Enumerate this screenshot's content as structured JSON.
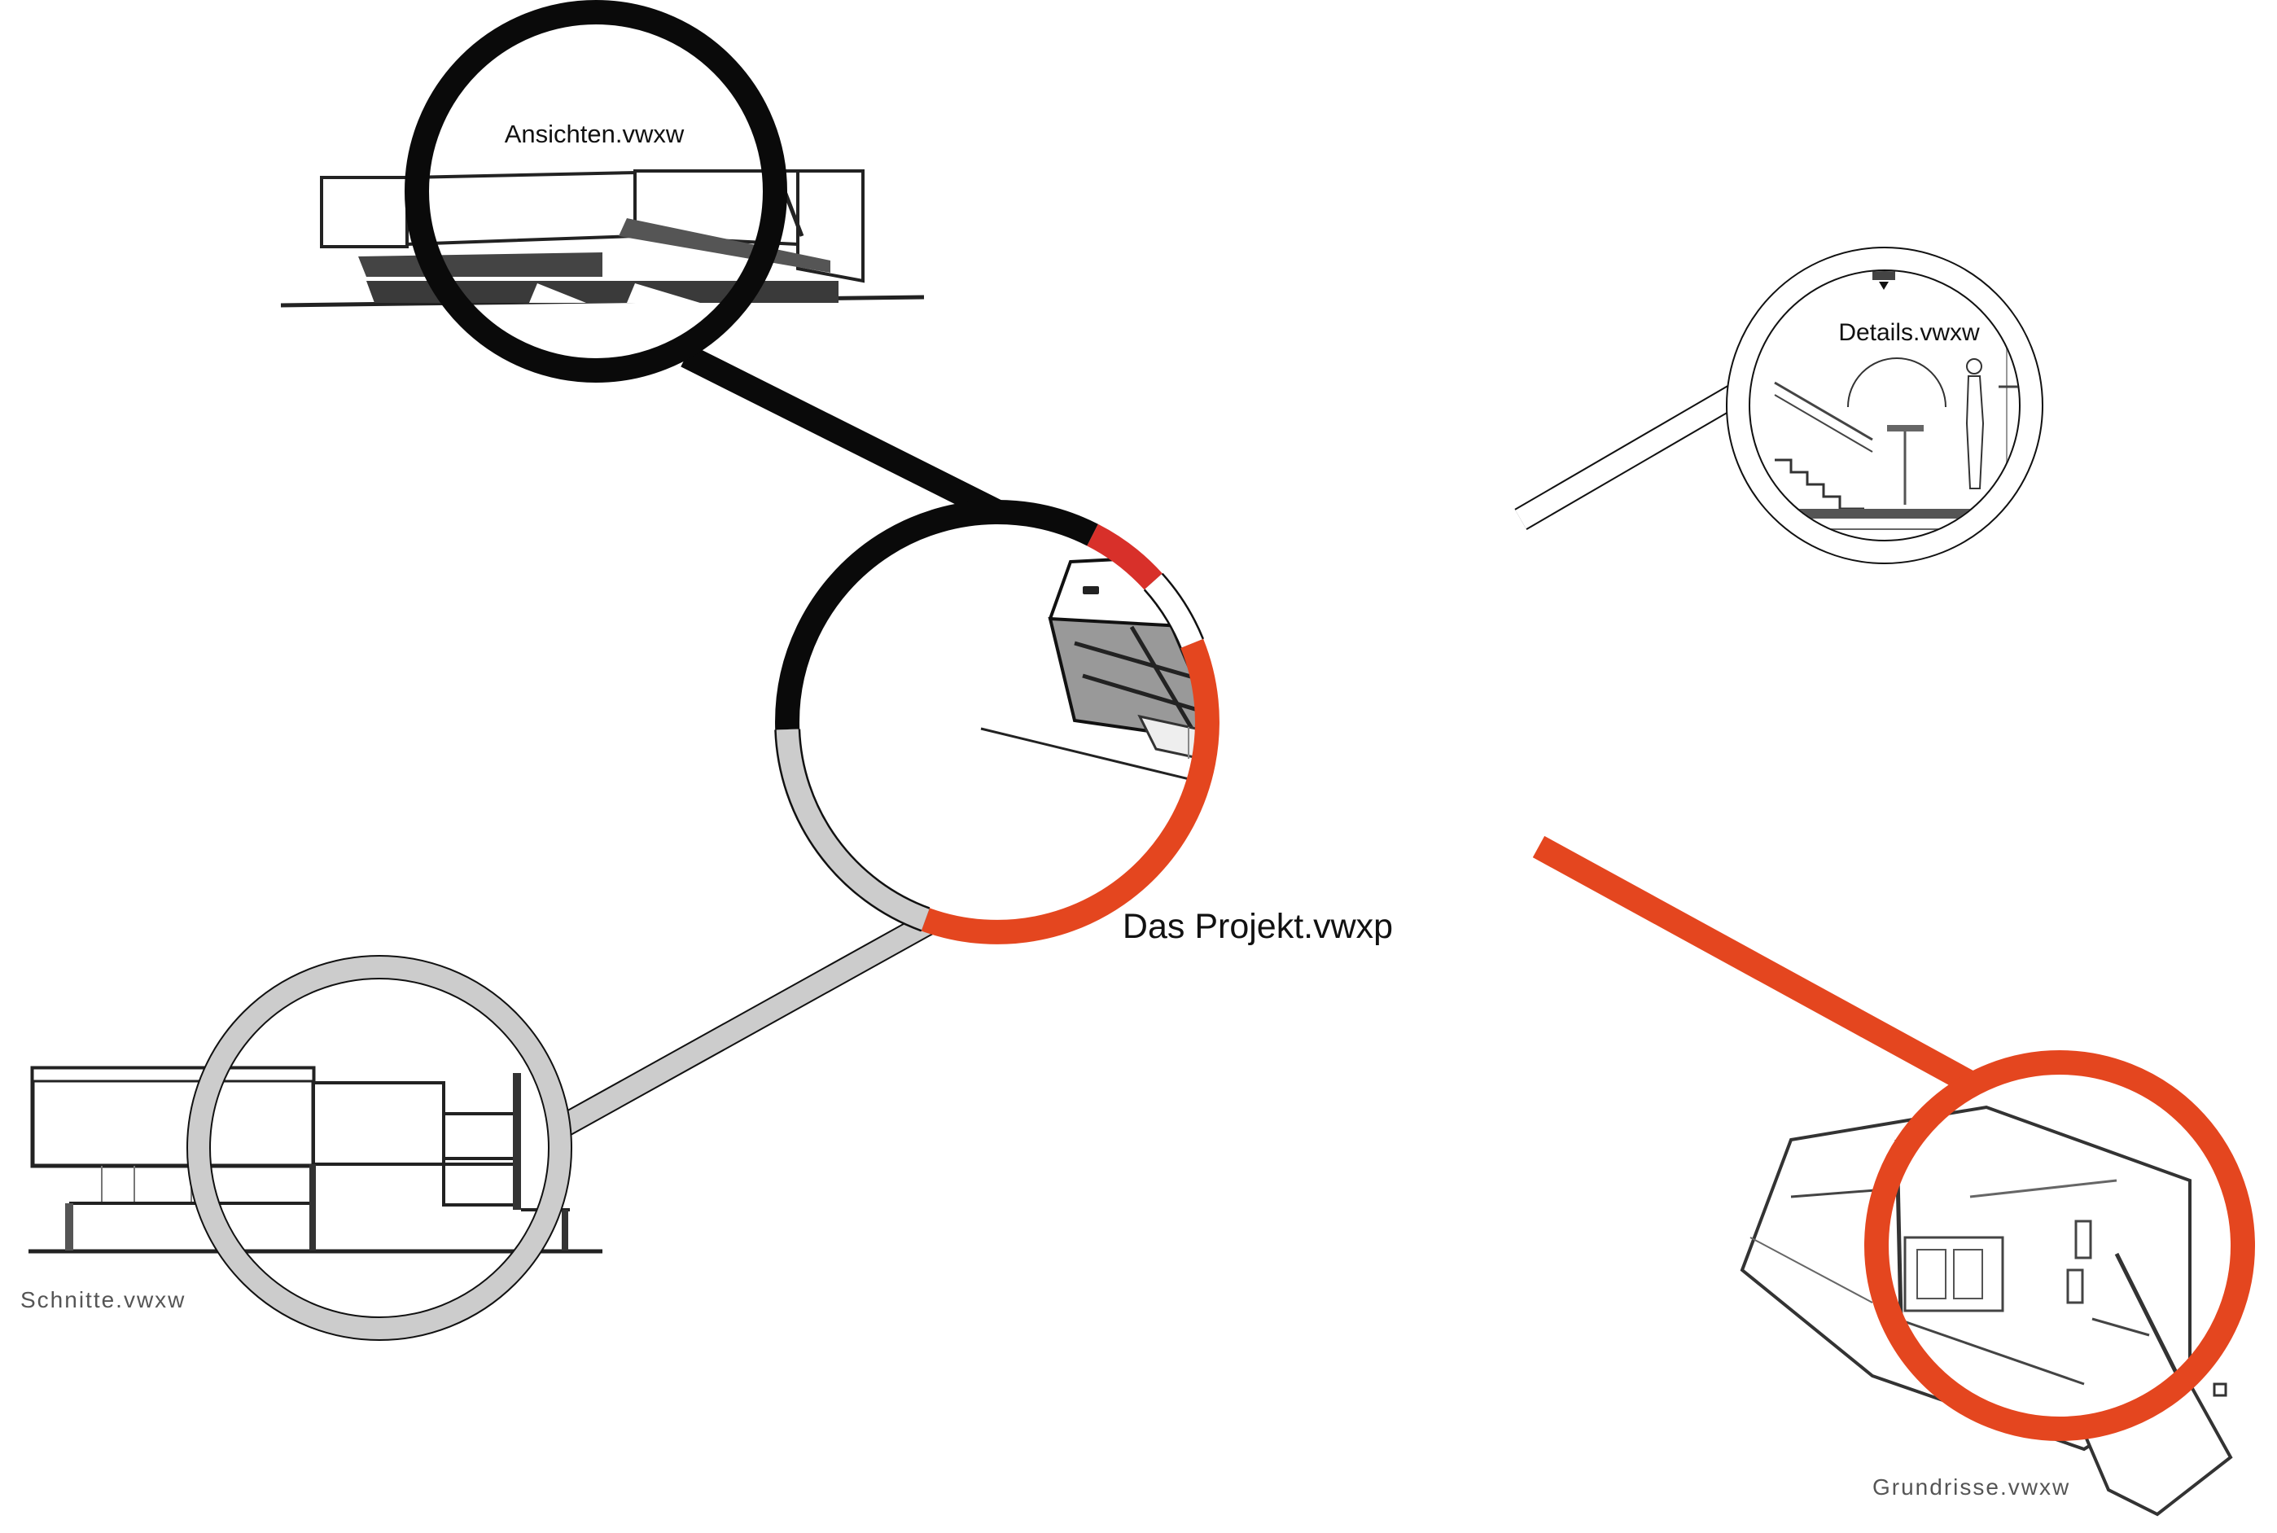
{
  "files": {
    "center": "Das Projekt.vwxp",
    "ansichten": "Ansichten.vwxw",
    "details": "Details.vwxw",
    "schnitte": "Schnitte.vwxw",
    "grundrisse": "Grundrisse.vwxw"
  },
  "colors": {
    "ansichten": "#0a0a0a",
    "details": "#d8302a",
    "schnitte": "#cccccc",
    "grundrisse": "#e4461f",
    "outline": "#111111"
  },
  "icons": {
    "center": "building-perspective-icon",
    "ansichten": "elevation-drawing-icon",
    "details": "detail-drawing-icon",
    "schnitte": "section-drawing-icon",
    "grundrisse": "floor-plan-icon"
  }
}
